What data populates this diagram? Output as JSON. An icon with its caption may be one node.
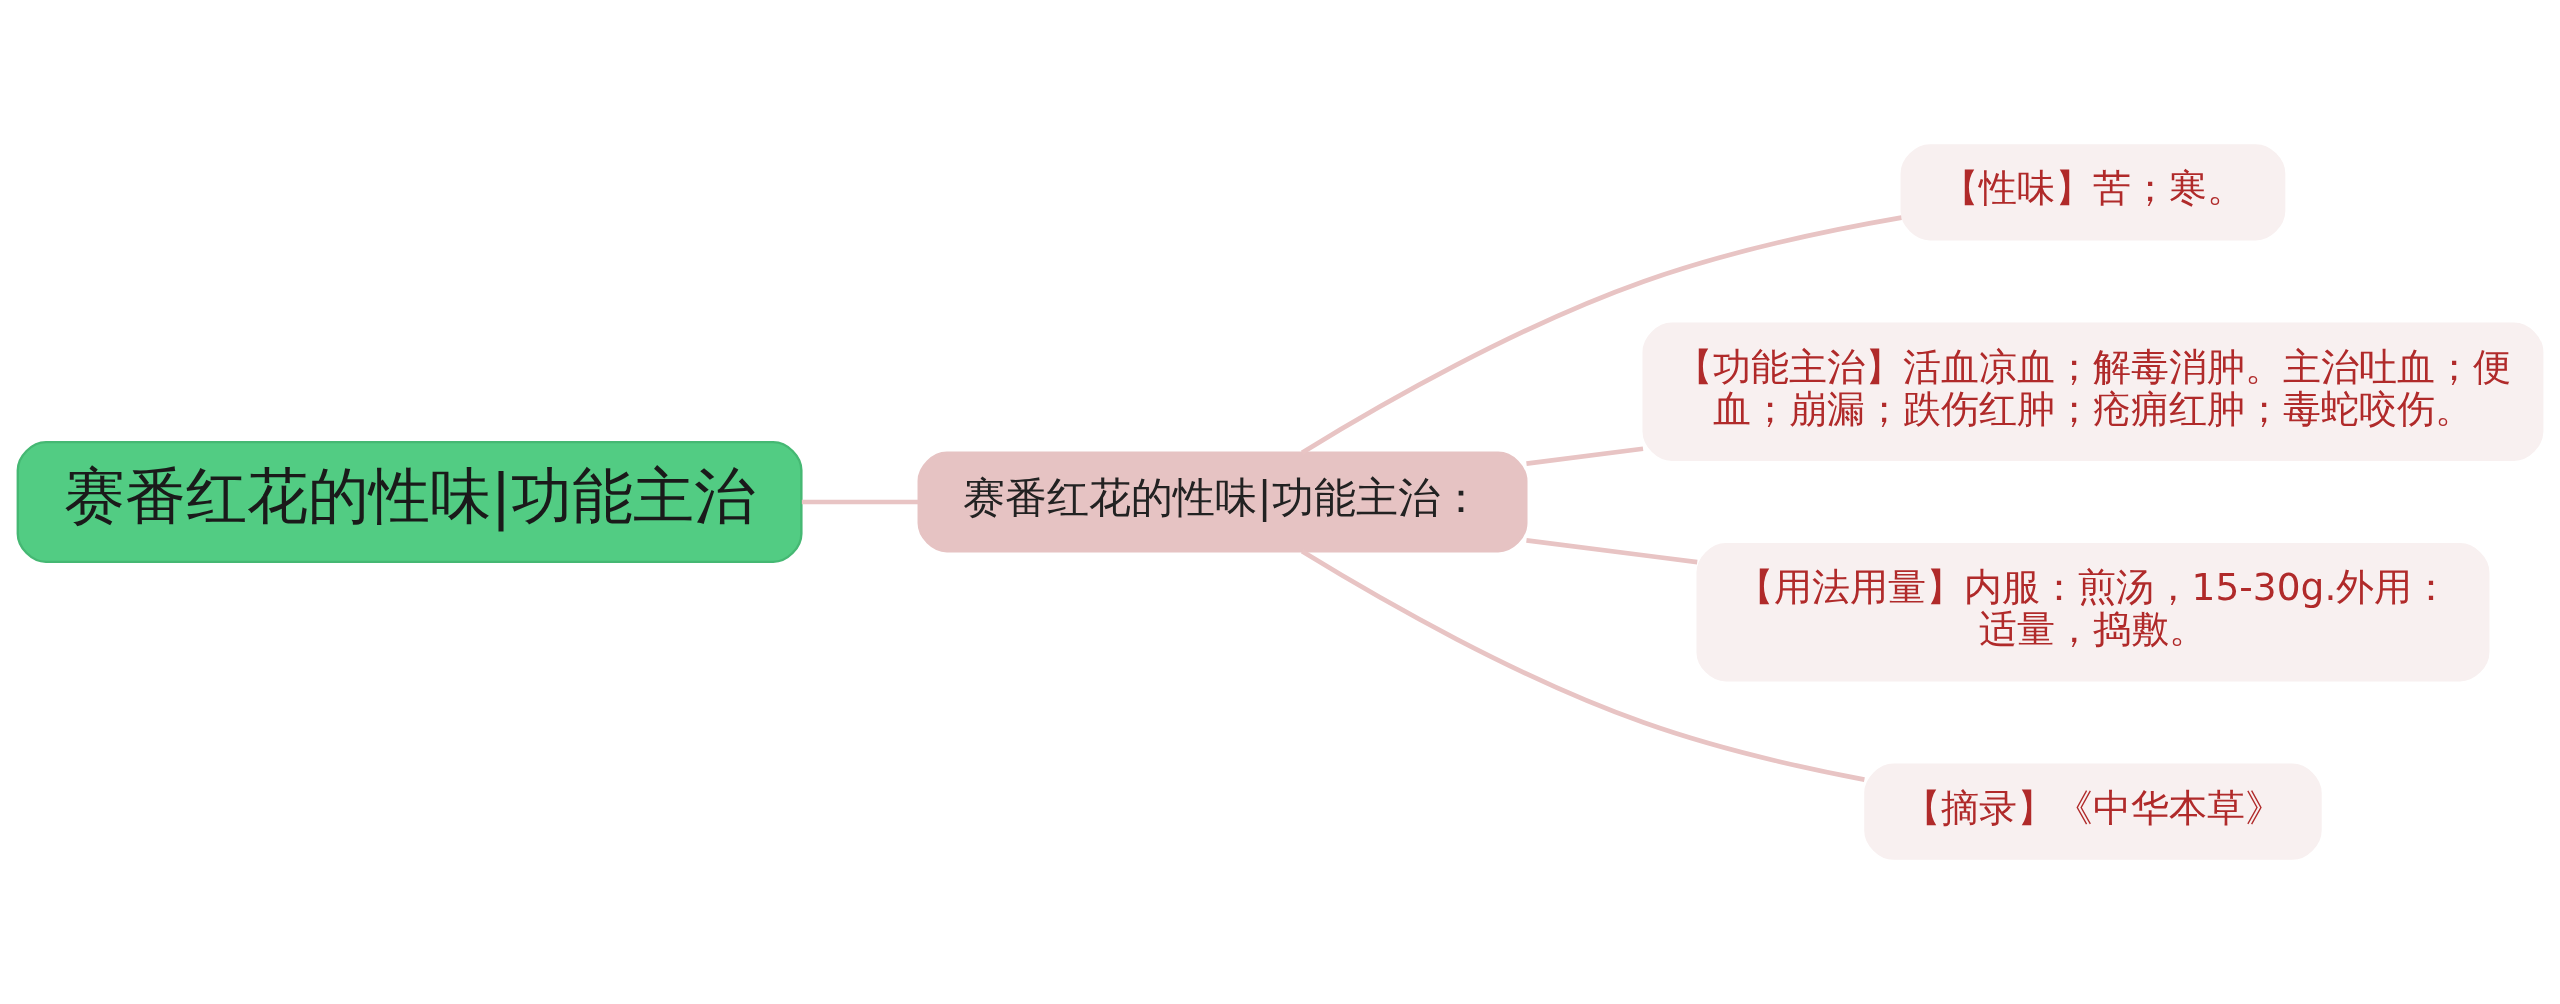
{
  "diagram": {
    "nodes": [
      {
        "text": [
          "赛番红花的性味|功能主治"
        ]
      },
      {
        "text": [
          "赛番红花的性味|功能主治："
        ]
      },
      {
        "text": [
          "【性味】苦；寒。"
        ]
      },
      {
        "text": [
          "【功能主治】活血凉血；解毒消肿。主治吐血；便血；崩漏；跌伤红肿；疮痈红肿；毒蛇咬伤。"
        ]
      },
      {
        "text": [
          "【用法用量】内服：煎汤，15-30g.外用：适量，捣敷。"
        ]
      },
      {
        "text": [
          "【摘录】《中华本草》"
        ]
      }
    ],
    "edges": [
      {
        "from": 0,
        "to": 1,
        "arrow": "none"
      },
      {
        "from": 1,
        "to": 2,
        "arrow": "none"
      },
      {
        "from": 1,
        "to": 3,
        "arrow": "none"
      },
      {
        "from": 1,
        "to": 4,
        "arrow": "none"
      },
      {
        "from": 1,
        "to": 5,
        "arrow": "none"
      }
    ]
  }
}
